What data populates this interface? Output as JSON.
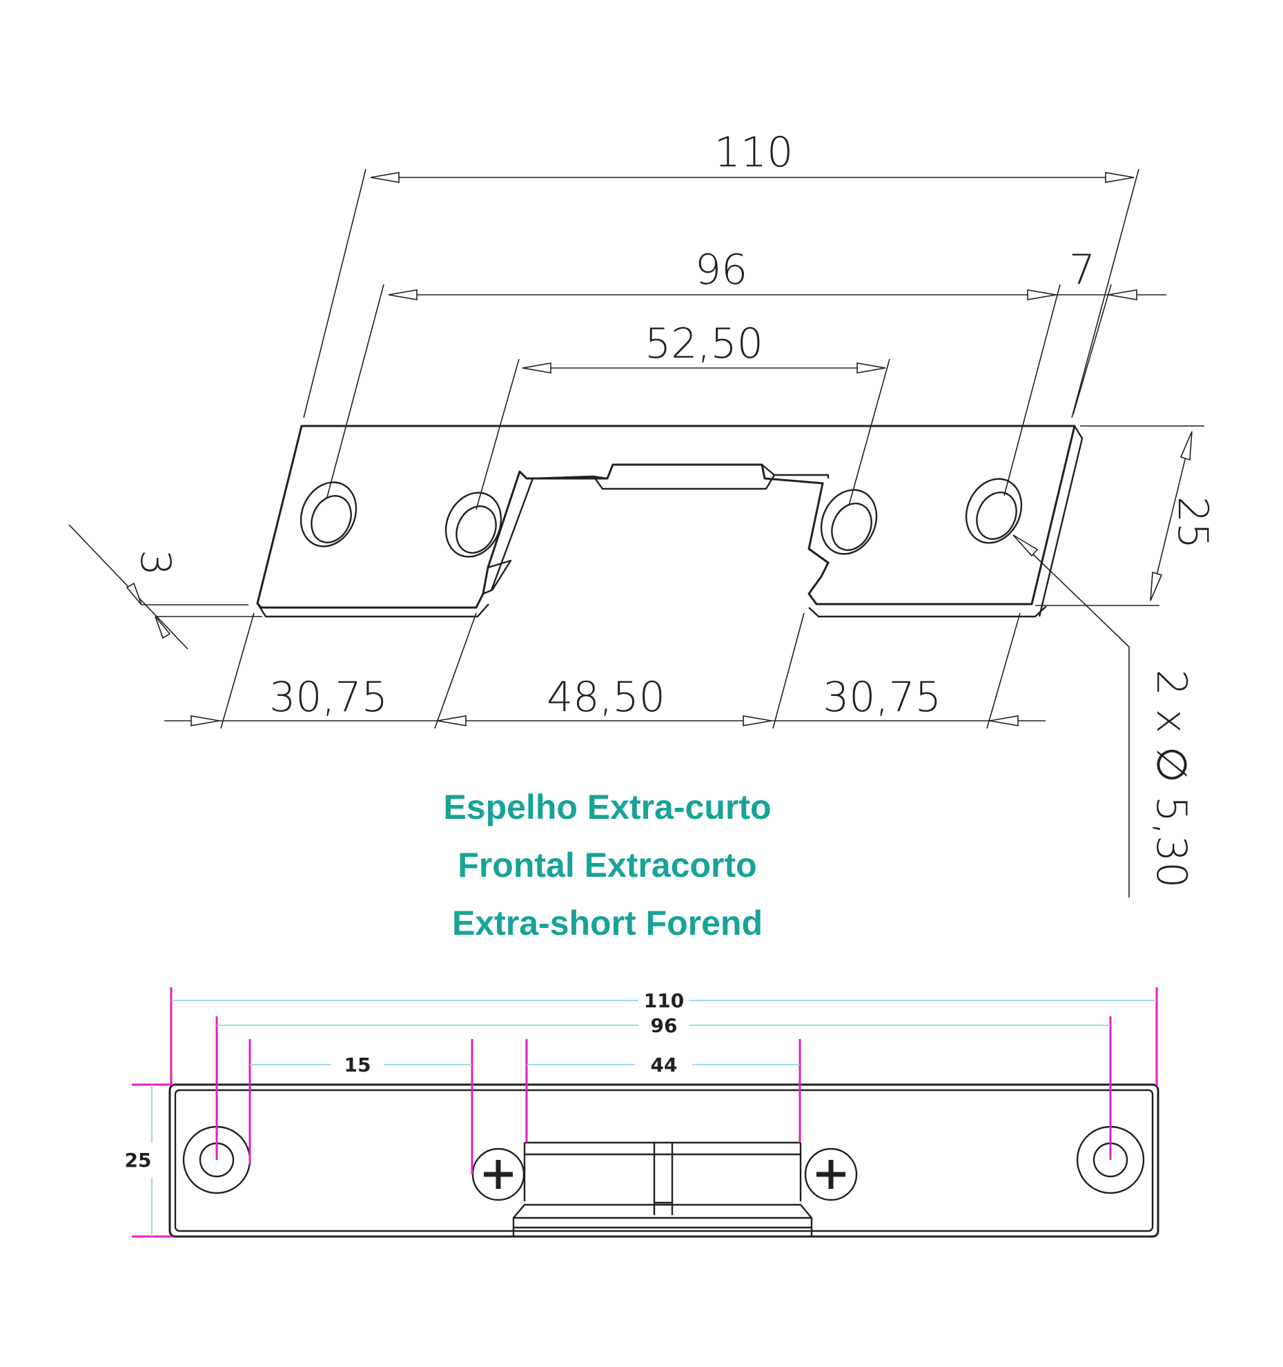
{
  "colors": {
    "title": "#17a398",
    "line": "#231f20",
    "cyan": "#7fd3dd",
    "magenta": "#e61cc8"
  },
  "top_view": {
    "dims": {
      "overall": "110",
      "hole_pitch": "96",
      "edge": "7",
      "opening": "52,50",
      "height": "25",
      "thickness": "3",
      "left": "30,75",
      "middle": "48,50",
      "right": "30,75",
      "holes": "2 x ∅ 5,30"
    }
  },
  "titles": {
    "pt": "Espelho Extra-curto",
    "es": "Frontal Extracorto",
    "en": "Extra-short Forend"
  },
  "front_view": {
    "dims": {
      "overall": "110",
      "hole_pitch": "96",
      "offset": "15",
      "opening": "44",
      "height": "25"
    }
  }
}
